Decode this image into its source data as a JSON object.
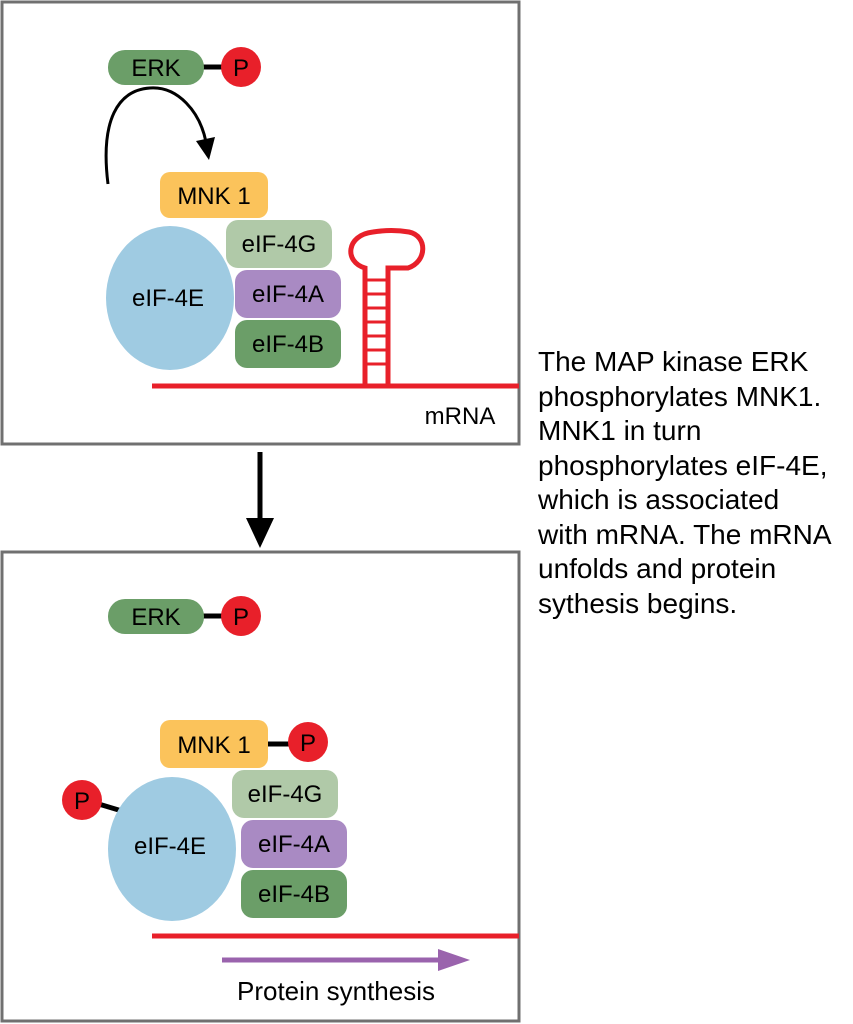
{
  "colors": {
    "border": "#707070",
    "erk_green": "#6b9e68",
    "phospho_red": "#e8202a",
    "mnk1_yellow": "#fbc35b",
    "eif4e_blue": "#9fcbe2",
    "eif4g_sage": "#b0c9a8",
    "eif4a_purple": "#a98ac3",
    "eif4b_green": "#6b9e68",
    "mrna_red": "#e8202a",
    "synthesis_arrow": "#9a63ad"
  },
  "top_panel": {
    "erk_label": "ERK",
    "erk_phosphate": "P",
    "mnk1_label": "MNK 1",
    "eif4e_label": "eIF-4E",
    "eif4g_label": "eIF-4G",
    "eif4a_label": "eIF-4A",
    "eif4b_label": "eIF-4B",
    "mrna_label": "mRNA"
  },
  "bottom_panel": {
    "erk_label": "ERK",
    "erk_phosphate": "P",
    "mnk1_label": "MNK 1",
    "mnk1_phosphate": "P",
    "eif4e_label": "eIF-4E",
    "eif4e_phosphate": "P",
    "eif4g_label": "eIF-4G",
    "eif4a_label": "eIF-4A",
    "eif4b_label": "eIF-4B",
    "synthesis_label": "Protein synthesis"
  },
  "caption": "The MAP kinase ERK\nphosphorylates MNK1.\nMNK1 in turn\nphosphorylates eIF-4E,\nwhich is associated\nwith mRNA. The mRNA\nunfolds and protein\nsythesis begins."
}
